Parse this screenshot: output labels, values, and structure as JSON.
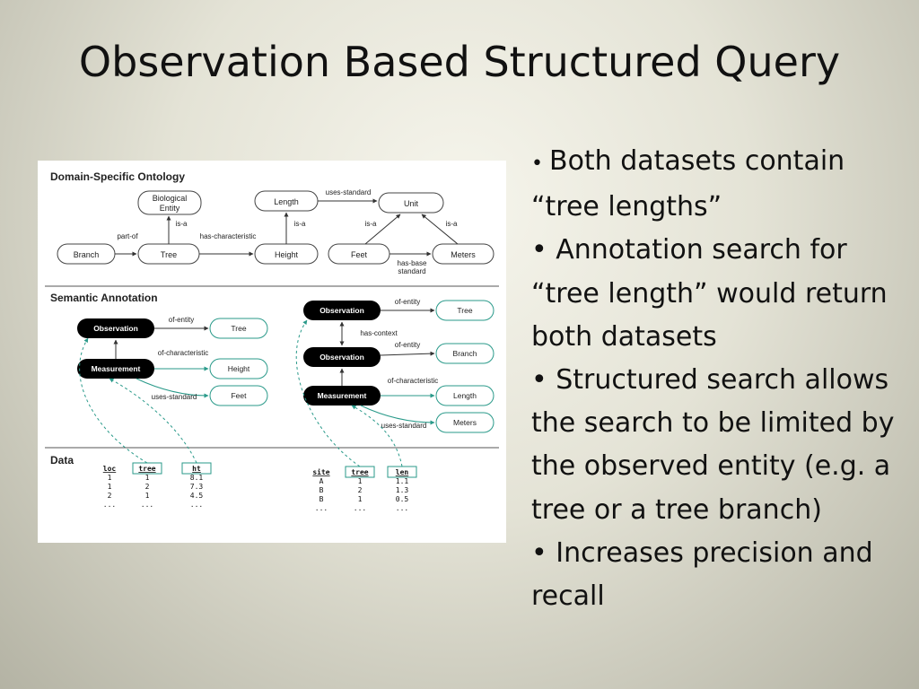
{
  "slide": {
    "title": "Observation Based Structured Query"
  },
  "figure": {
    "sections": {
      "ontology": "Domain-Specific Ontology",
      "annotation": "Semantic Annotation",
      "data": "Data"
    },
    "ontology": {
      "nodes": {
        "bio_entity_line1": "Biological",
        "bio_entity_line2": "Entity",
        "length": "Length",
        "unit": "Unit",
        "branch": "Branch",
        "tree": "Tree",
        "height": "Height",
        "feet": "Feet",
        "meters": "Meters"
      },
      "edges": {
        "uses_standard": "uses-standard",
        "isa_bio": "is-a",
        "isa_length": "is-a",
        "isa_unit_left": "is-a",
        "isa_unit_right": "is-a",
        "part_of": "part-of",
        "has_characteristic": "has-characteristic",
        "has_base_line1": "has-base",
        "has_base_line2": "standard"
      }
    },
    "annotation_left": {
      "observation": "Observation",
      "measurement": "Measurement",
      "tree": "Tree",
      "height": "Height",
      "feet": "Feet",
      "of_entity": "of-entity",
      "of_characteristic": "of-characteristic",
      "uses_standard": "uses-standard"
    },
    "annotation_right": {
      "observation_top": "Observation",
      "observation_mid": "Observation",
      "measurement": "Measurement",
      "tree": "Tree",
      "branch": "Branch",
      "length": "Length",
      "meters": "Meters",
      "of_entity_top": "of-entity",
      "has_context": "has-context",
      "of_entity_mid": "of-entity",
      "of_characteristic": "of-characteristic",
      "uses_standard": "uses-standard"
    },
    "data_left": {
      "headers": [
        "loc",
        "tree",
        "ht"
      ],
      "rows": [
        [
          "1",
          "1",
          "8.1"
        ],
        [
          "1",
          "2",
          "7.3"
        ],
        [
          "2",
          "1",
          "4.5"
        ],
        [
          "...",
          "...",
          "..."
        ]
      ]
    },
    "data_right": {
      "headers": [
        "site",
        "tree",
        "len"
      ],
      "rows": [
        [
          "A",
          "1",
          "1.1"
        ],
        [
          "B",
          "2",
          "1.3"
        ],
        [
          "B",
          "1",
          "0.5"
        ],
        [
          "...",
          "...",
          "..."
        ]
      ]
    }
  },
  "bullets": {
    "items": [
      "Both datasets contain “tree lengths”",
      "Annotation search for “tree length” would return both datasets",
      "Structured search allows the search to be limited by the observed entity (e.g. a tree or a tree branch)",
      "Increases precision and recall"
    ]
  },
  "colors": {
    "teal": "#2a9a8a",
    "node_border": "#444444",
    "black_node": "#000000"
  }
}
